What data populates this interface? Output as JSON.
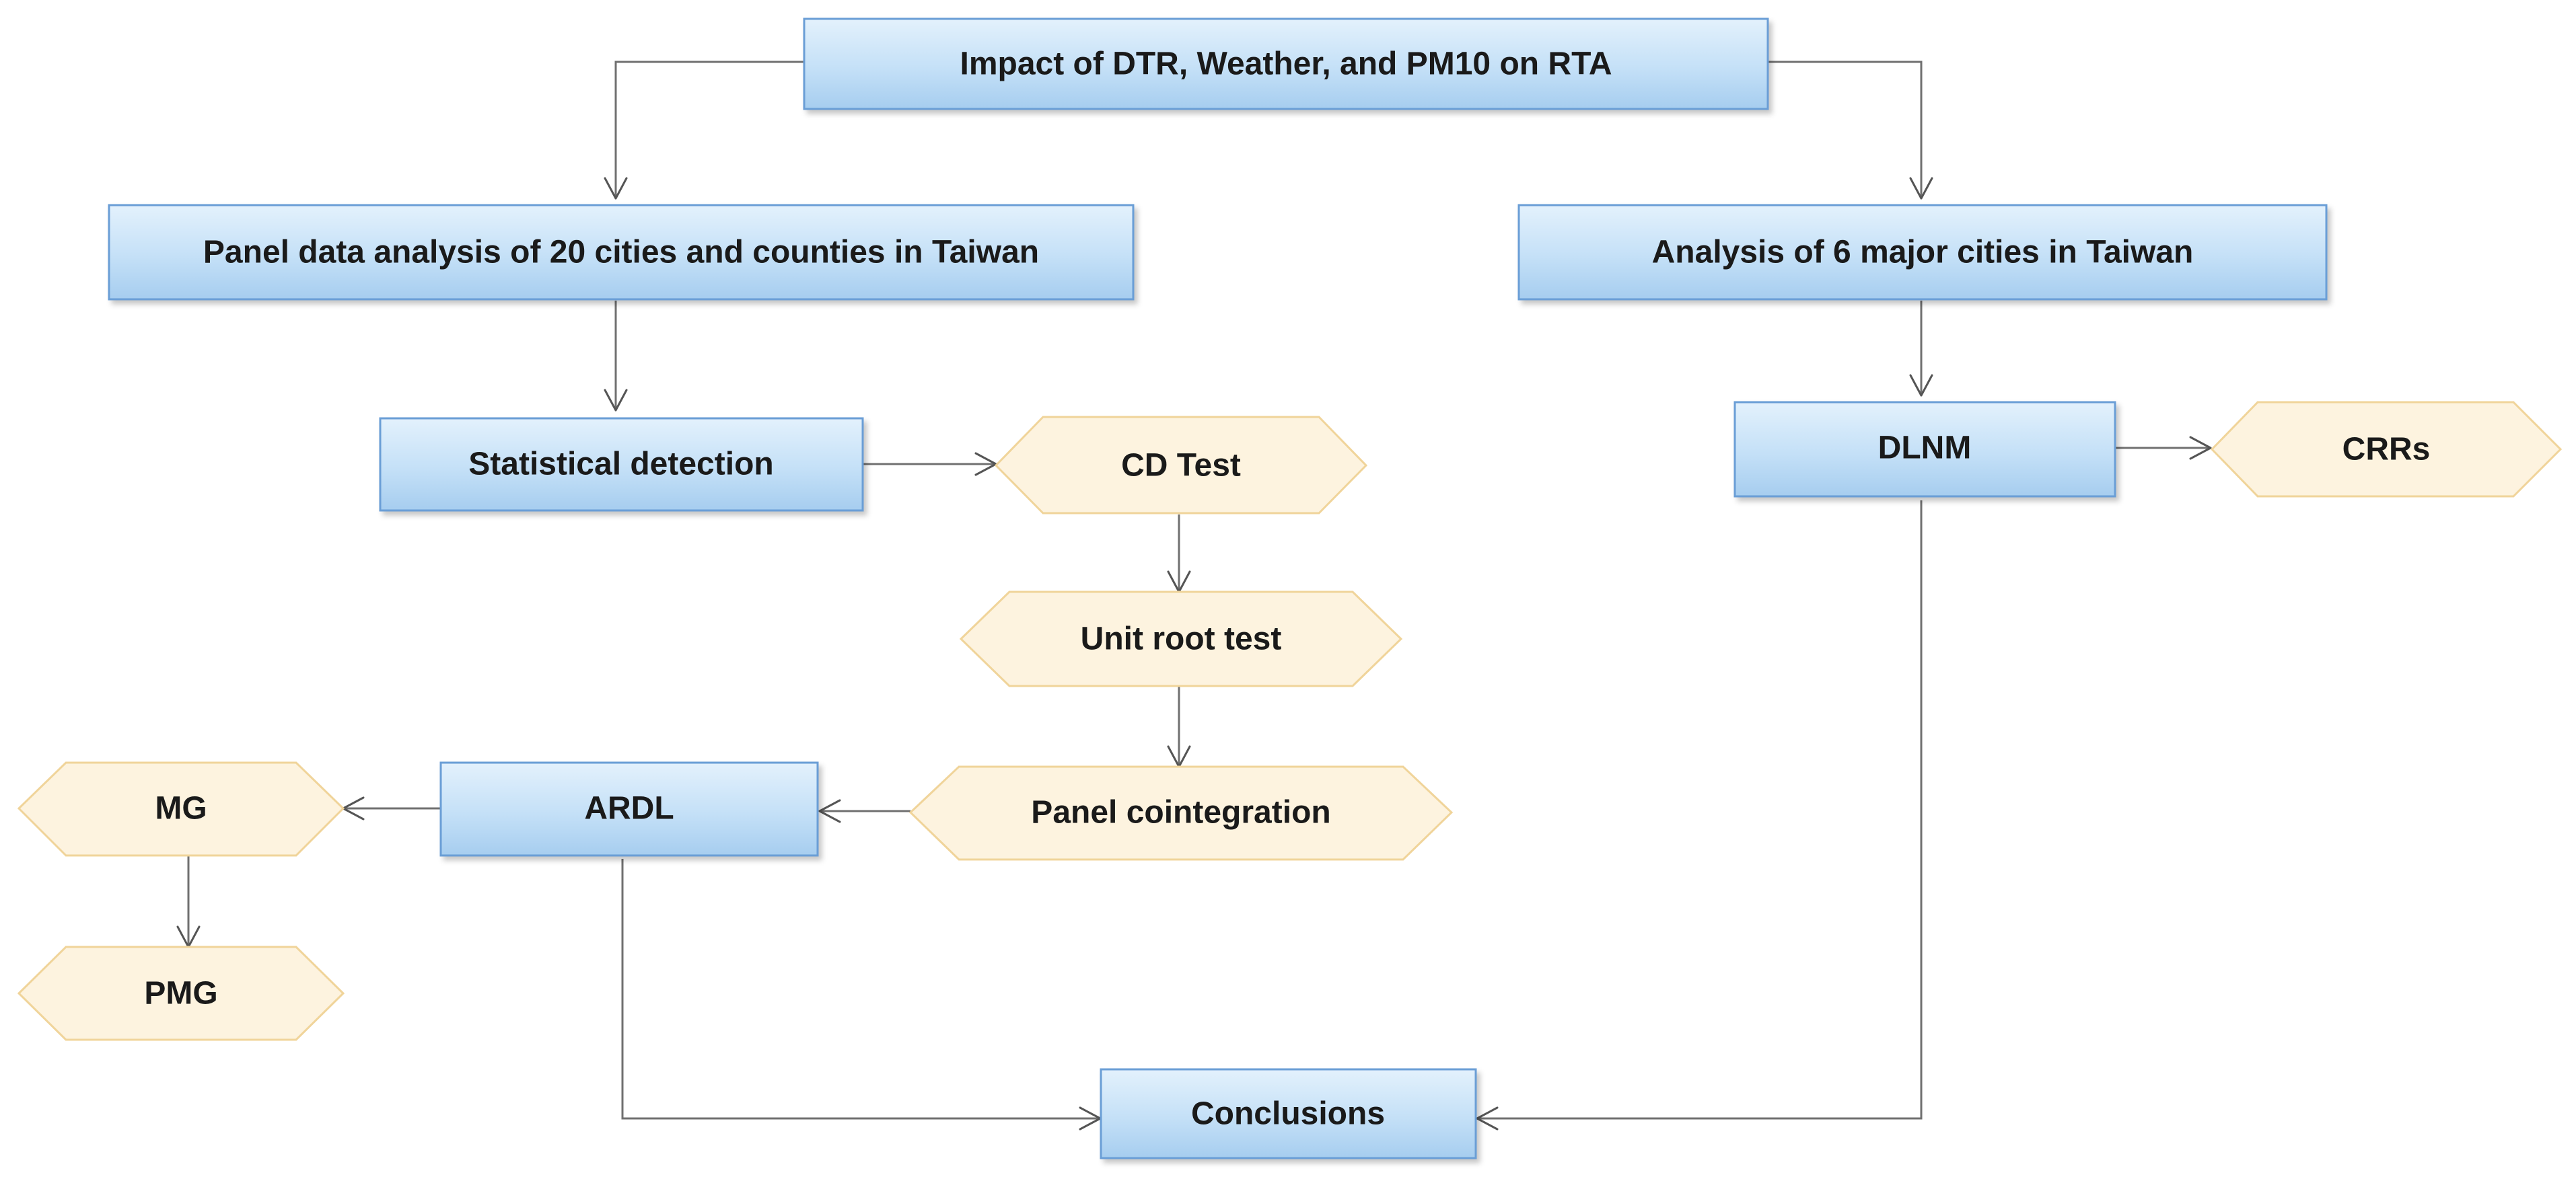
{
  "diagram": {
    "nodes": {
      "impact": {
        "label": "Impact of DTR, Weather, and PM10 on RTA"
      },
      "panel": {
        "label": "Panel data analysis of 20 cities and counties in Taiwan"
      },
      "six_cities": {
        "label": "Analysis of 6 major cities in Taiwan"
      },
      "statistical": {
        "label": "Statistical detection"
      },
      "cd_test": {
        "label": "CD Test"
      },
      "dlnm": {
        "label": "DLNM"
      },
      "crrs": {
        "label": "CRRs"
      },
      "unit_root": {
        "label": "Unit root test"
      },
      "mg": {
        "label": "MG"
      },
      "ardl": {
        "label": "ARDL"
      },
      "panel_coint": {
        "label": "Panel cointegration"
      },
      "pmg": {
        "label": "PMG"
      },
      "conclusions": {
        "label": "Conclusions"
      }
    },
    "colors": {
      "box_fill_top": "#d9ecfb",
      "box_fill_bottom": "#aed3f3",
      "box_stroke": "#6a9ed6",
      "hex_fill": "#fdf3df",
      "hex_stroke": "#f0d49a",
      "edge": "#707070"
    }
  }
}
